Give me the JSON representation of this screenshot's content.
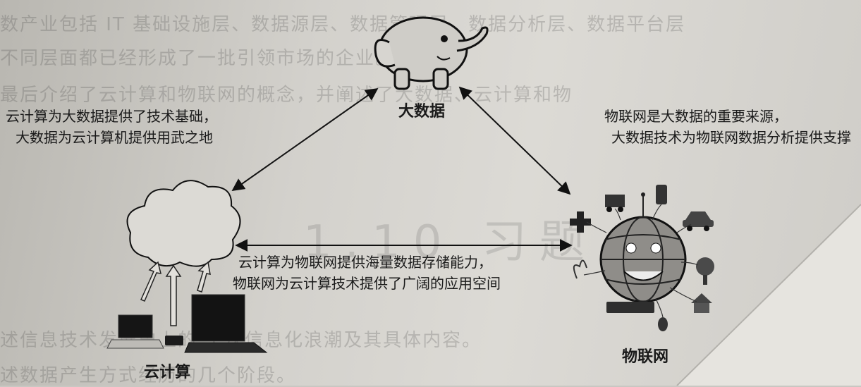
{
  "nodes": {
    "big_data": "大数据",
    "cloud": "云计算",
    "iot": "物联网"
  },
  "relations": {
    "cloud_bigdata": [
      "云计算为大数据提供了技术基础，",
      "大数据为云计算机提供用武之地"
    ],
    "iot_bigdata": [
      "物联网是大数据的重要来源，",
      "大数据技术为物联网数据分析提供支撑"
    ],
    "cloud_iot": [
      "云计算为物联网提供海量数据存储能力，",
      "物联网为云计算技术提供了广阔的应用空间"
    ]
  },
  "background_text": {
    "line1": "数产业包括 IT 基础设施层、数据源层、数据管理层、数据分析层、数据平台层",
    "line2": "不同层面都已经形成了一批引领市场的企业。",
    "line3": "最后介绍了云计算和物联网的概念，并阐述了大数据、云计算和物",
    "heading": "1.10  习题",
    "line4": "述信息技术发展史上的 3 次信息化浪潮及其具体内容。",
    "line5": "述数据产生方式经历的几个阶段。"
  },
  "colors": {
    "paper": "#d6d4cf",
    "ink": "#1a1a1a"
  }
}
